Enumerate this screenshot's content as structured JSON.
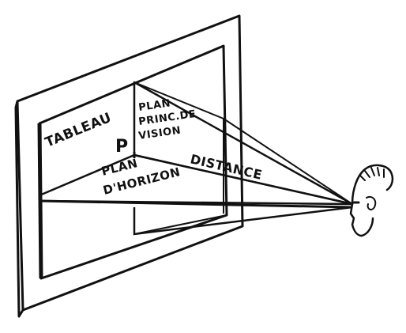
{
  "diagram": {
    "labels": {
      "tableau": "TABLEAU",
      "point": "P",
      "plan_line1": "PLAN",
      "plan_line2": "PRINC.DE",
      "plan_line3": "VISION",
      "distance": "DISTANCE",
      "horizon_line1": "PLAN",
      "horizon_line2": "D'HORIZON"
    },
    "colors": {
      "ink": "#111111",
      "paper": "#ffffff"
    }
  }
}
